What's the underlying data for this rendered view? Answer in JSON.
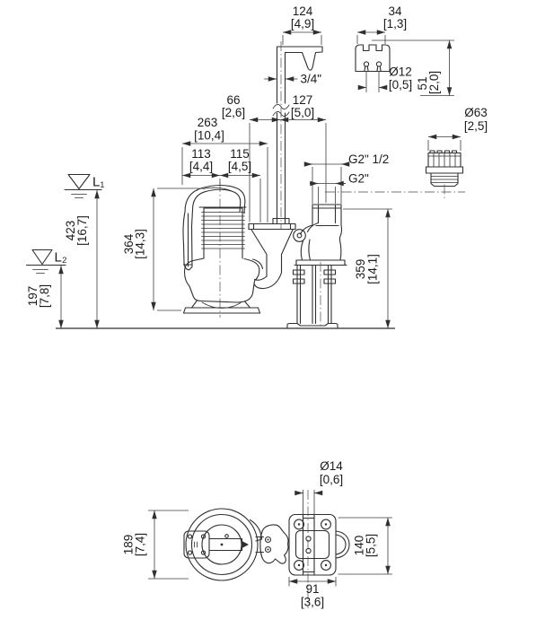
{
  "drawing": {
    "kind": "pump installation dimension drawing",
    "colors": {
      "line": "#2f2f2f",
      "dimension": "#3d3d3d",
      "background": "#ffffff"
    }
  },
  "dims": {
    "bracket_width": {
      "mm": "124",
      "in": "[4,9]"
    },
    "holder_width": {
      "mm": "34",
      "in": "[1,3]"
    },
    "pipe_thread": {
      "mm": "3/4\""
    },
    "holder_hole": {
      "mm": "Ø12",
      "in": "[0,5]"
    },
    "holder_height": {
      "mm": "51",
      "in": "[2,0]"
    },
    "guide_offset": {
      "mm": "66",
      "in": "[2,6]"
    },
    "outlet_offset": {
      "mm": "127",
      "in": "[5,0]"
    },
    "pump_width": {
      "mm": "263",
      "in": "[10,4]"
    },
    "left_half": {
      "mm": "113",
      "in": "[4,4]"
    },
    "right_half": {
      "mm": "115",
      "in": "[4,5]"
    },
    "hose_coupling": {
      "mm": "Ø63",
      "in": "[2,5]"
    },
    "thread_outer": {
      "mm": "G2\" 1/2"
    },
    "thread_inner": {
      "mm": "G2\""
    },
    "level_high": {
      "label": "L₁"
    },
    "level_low": {
      "label": "L₂"
    },
    "level_high_h": {
      "mm": "423",
      "in": "[16,7]"
    },
    "pump_height": {
      "mm": "364",
      "in": "[14,3]"
    },
    "level_low_h": {
      "mm": "197",
      "in": "[7,8]"
    },
    "outlet_height": {
      "mm": "359",
      "in": "[14,1]"
    },
    "anchor_hole": {
      "mm": "Ø14",
      "in": "[0,6]"
    },
    "top_diameter": {
      "mm": "189",
      "in": "[7,4]"
    },
    "base_length": {
      "mm": "140",
      "in": "[5,5]"
    },
    "base_width": {
      "mm": "91",
      "in": "[3,6]"
    }
  }
}
